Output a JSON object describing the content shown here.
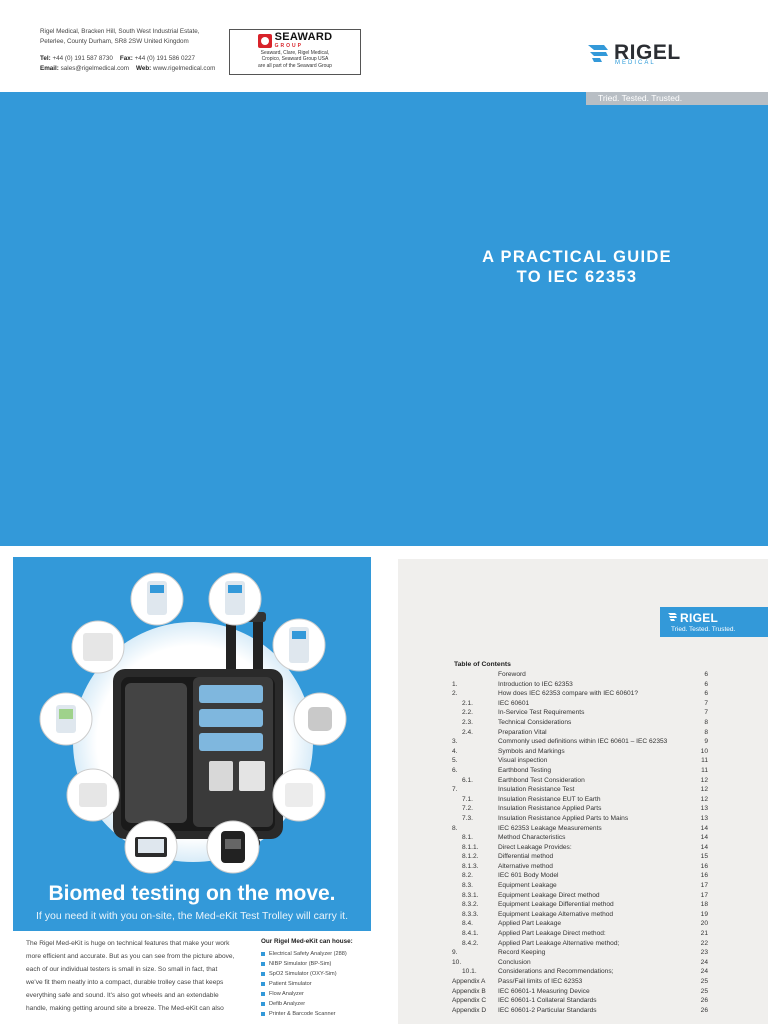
{
  "header": {
    "address": "Rigel Medical, Bracken Hill, South West Industrial Estate, Peterlee, County Durham, SR8 2SW United Kingdom",
    "tel_label": "Tel:",
    "tel": "+44 (0) 191 587 8730",
    "fax_label": "Fax:",
    "fax": "+44 (0) 191 586 0227",
    "email_label": "Email:",
    "email": "sales@rigelmedical.com",
    "web_label": "Web:",
    "web": "www.rigelmedical.com"
  },
  "seaward": {
    "brand": "SEAWARD",
    "group": "GROUP",
    "line1": "Seaward, Clare, Rigel Medical,",
    "line2": "Cropico, Seaward Group USA",
    "line3": "are all part of the Seaward Group"
  },
  "rigel": {
    "brand": "RIGEL",
    "sub": "MEDICAL",
    "tagline": "Tried. Tested. Trusted."
  },
  "cover": {
    "title_line1": "A PRACTICAL GUIDE",
    "title_line2": "TO IEC 62353"
  },
  "promo": {
    "headline": "Biomed testing on the move.",
    "subheadline": "If you need it with you on-site, the Med-eKit Test Trolley will carry it.",
    "para_lines": [
      "The Rigel Med-eKit is huge on technical features that make your work",
      "more efficient and accurate. But as you can see from the picture above,",
      "each of our individual testers is small in size. So small in fact, that",
      "we've fit them neatly into a compact, durable trolley case that  keeps",
      "everything safe and sound. It's also got wheels and an extendable",
      "handle, making getting around site a breeze. The Med-eKit can also"
    ],
    "list_title": "Our Rigel Med-eKit can house:",
    "list": [
      "Electrical Safety Analyzer (288)",
      "NIBP Simulator (BP-Sim)",
      "SpO2 Simulator (OXY-Sim)",
      "Patient Simulator",
      "Flow Analyzer",
      "Defib Analyzer",
      "Printer & Barcode Scanner"
    ]
  },
  "toc_logo": {
    "brand": "RIGEL",
    "tagline": "Tried. Tested. Trusted."
  },
  "toc": {
    "title": "Table of Contents",
    "rows": [
      {
        "num": "",
        "title": "Foreword",
        "page": "6",
        "level": 0
      },
      {
        "num": "1.",
        "title": "Introduction to IEC 62353",
        "page": "6",
        "level": 0
      },
      {
        "num": "2.",
        "title": "How does IEC 62353 compare with IEC 60601?",
        "page": "6",
        "level": 0
      },
      {
        "num": "2.1.",
        "title": "IEC 60601",
        "page": "7",
        "level": 1
      },
      {
        "num": "2.2.",
        "title": "In-Service Test Requirements",
        "page": "7",
        "level": 1
      },
      {
        "num": "2.3.",
        "title": "Technical Considerations",
        "page": "8",
        "level": 1
      },
      {
        "num": "2.4.",
        "title": "Preparation Vital",
        "page": "8",
        "level": 1
      },
      {
        "num": "3.",
        "title": "Commonly used definitions within IEC 60601 – IEC 62353",
        "page": "9",
        "level": 0
      },
      {
        "num": "4.",
        "title": "Symbols and Markings",
        "page": "10",
        "level": 0
      },
      {
        "num": "5.",
        "title": "Visual inspection",
        "page": "11",
        "level": 0
      },
      {
        "num": "6.",
        "title": "Earthbond Testing",
        "page": "11",
        "level": 0
      },
      {
        "num": "6.1.",
        "title": "Earthbond Test Consideration",
        "page": "12",
        "level": 1
      },
      {
        "num": "7.",
        "title": "Insulation Resistance Test",
        "page": "12",
        "level": 0
      },
      {
        "num": "7.1.",
        "title": "Insulation Resistance EUT to Earth",
        "page": "12",
        "level": 1
      },
      {
        "num": "7.2.",
        "title": "Insulation Resistance Applied Parts",
        "page": "13",
        "level": 1
      },
      {
        "num": "7.3.",
        "title": "Insulation Resistance Applied Parts to Mains",
        "page": "13",
        "level": 1
      },
      {
        "num": "8.",
        "title": "IEC 62353 Leakage Measurements",
        "page": "14",
        "level": 0
      },
      {
        "num": "8.1.",
        "title": "Method Characteristics",
        "page": "14",
        "level": 1
      },
      {
        "num": "8.1.1.",
        "title": "Direct Leakage Provides:",
        "page": "14",
        "level": 2
      },
      {
        "num": "8.1.2.",
        "title": "Differential method",
        "page": "15",
        "level": 2
      },
      {
        "num": "8.1.3.",
        "title": "Alternative method",
        "page": "16",
        "level": 2
      },
      {
        "num": "8.2.",
        "title": "IEC 601 Body Model",
        "page": "16",
        "level": 1
      },
      {
        "num": "8.3.",
        "title": "Equipment Leakage",
        "page": "17",
        "level": 1
      },
      {
        "num": "8.3.1.",
        "title": "Equipment Leakage Direct method",
        "page": "17",
        "level": 2
      },
      {
        "num": "8.3.2.",
        "title": "Equipment Leakage Differential method",
        "page": "18",
        "level": 2
      },
      {
        "num": "8.3.3.",
        "title": "Equipment Leakage Alternative method",
        "page": "19",
        "level": 2
      },
      {
        "num": "8.4.",
        "title": "Applied Part Leakage",
        "page": "20",
        "level": 1
      },
      {
        "num": "8.4.1.",
        "title": "Applied Part Leakage Direct method:",
        "page": "21",
        "level": 2
      },
      {
        "num": "8.4.2.",
        "title": "Applied Part Leakage Alternative method;",
        "page": "22",
        "level": 2
      },
      {
        "num": "9.",
        "title": "Record Keeping",
        "page": "23",
        "level": 0
      },
      {
        "num": "10.",
        "title": "Conclusion",
        "page": "24",
        "level": 0
      },
      {
        "num": "10.1.",
        "title": "Considerations and Recommendations;",
        "page": "24",
        "level": 1
      },
      {
        "num": "Appendix A",
        "title": "Pass/Fail limits of IEC 62353",
        "page": "25",
        "level": 0
      },
      {
        "num": "Appendix B",
        "title": "IEC 60601-1 Measuring Device",
        "page": "25",
        "level": 0
      },
      {
        "num": "Appendix C",
        "title": "IEC 60601-1 Collateral Standards",
        "page": "26",
        "level": 0
      },
      {
        "num": "Appendix D",
        "title": "IEC 60601-2 Particular Standards",
        "page": "26",
        "level": 0
      }
    ]
  },
  "colors": {
    "brand_blue": "#3399d9",
    "seaward_red": "#d8232a",
    "tagline_grey": "#b8bec4",
    "toc_panel": "#f0efed"
  }
}
